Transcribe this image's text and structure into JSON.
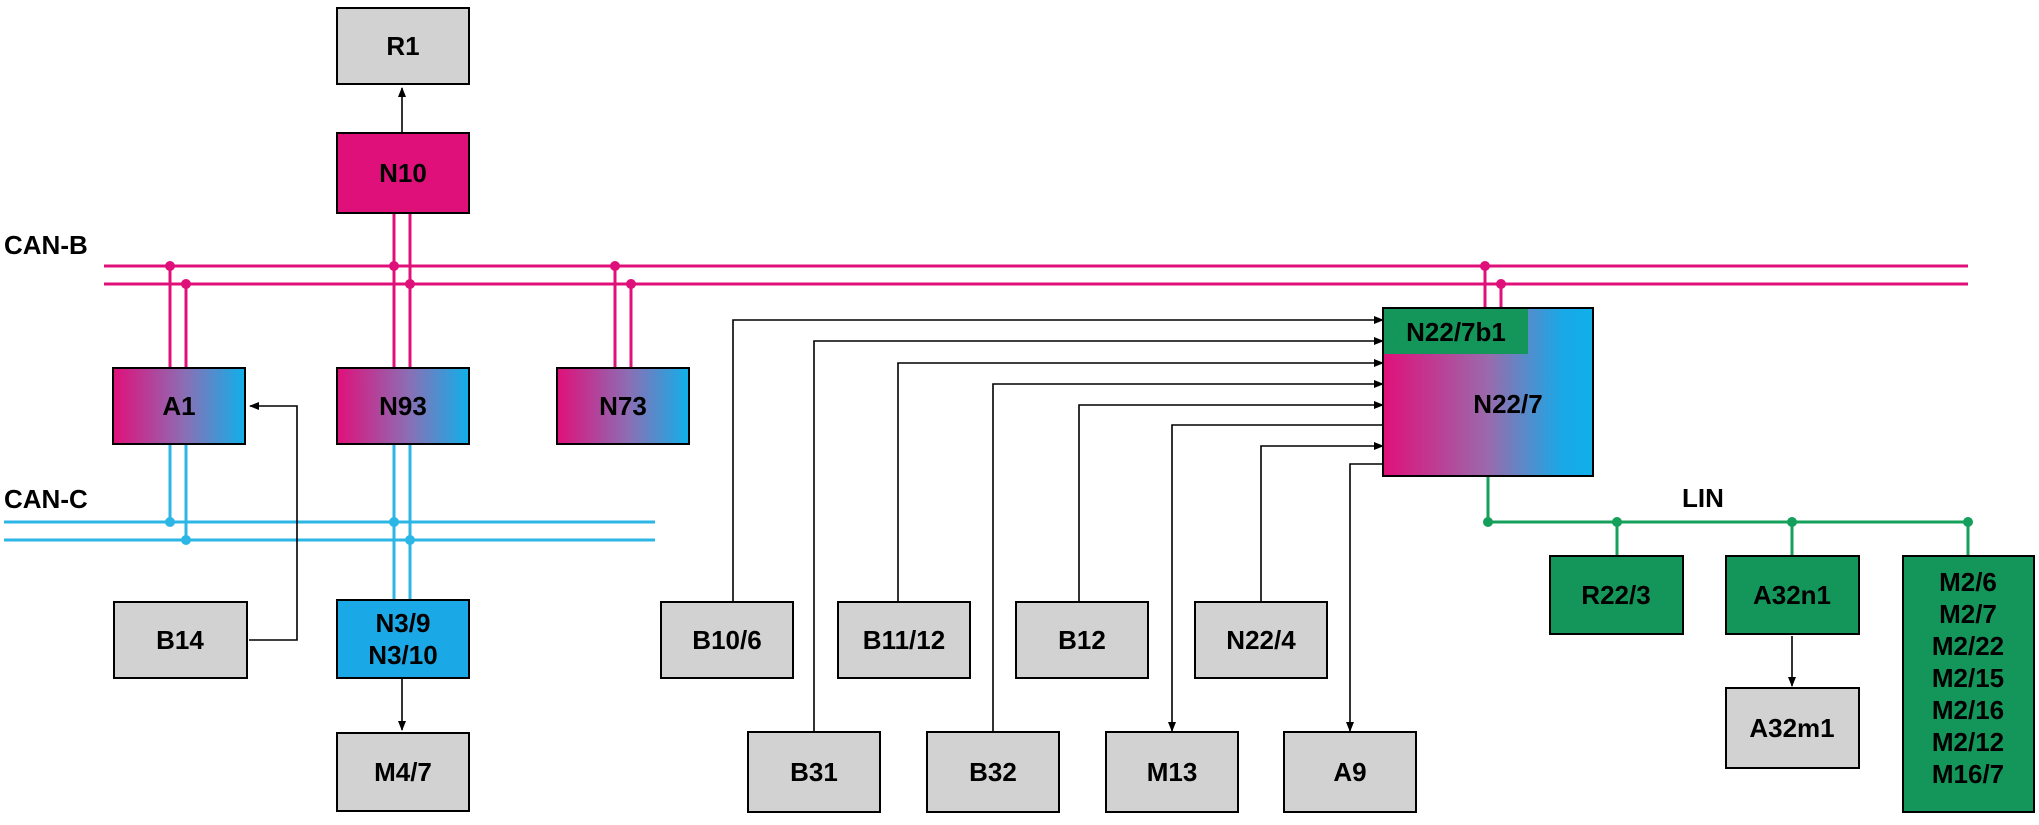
{
  "colors": {
    "can_b": "#e0107a",
    "can_c": "#2bb6e6",
    "lin": "#14a05a",
    "gray_box": "#d2d2d2",
    "magenta_box": "#e0107a",
    "blue_box": "#1aa8e6",
    "green_box": "#14955a",
    "arrow": "#000000"
  },
  "buses": {
    "can_b": "CAN-B",
    "can_c": "CAN-C",
    "lin": "LIN"
  },
  "boxes": {
    "R1": "R1",
    "N10": "N10",
    "A1": "A1",
    "N93": "N93",
    "N73": "N73",
    "B14": "B14",
    "N3_9": [
      "N3/9",
      "N3/10"
    ],
    "M4_7": "M4/7",
    "N22_7b1": "N22/7b1",
    "N22_7": "N22/7",
    "B10_6": "B10/6",
    "B11_12": "B11/12",
    "B12": "B12",
    "N22_4": "N22/4",
    "B31": "B31",
    "B32": "B32",
    "M13": "M13",
    "A9": "A9",
    "R22_3": "R22/3",
    "A32n1": "A32n1",
    "A32m1": "A32m1",
    "M2_group": [
      "M2/6",
      "M2/7",
      "M2/22",
      "M2/15",
      "M2/16",
      "M2/12",
      "M16/7"
    ]
  }
}
